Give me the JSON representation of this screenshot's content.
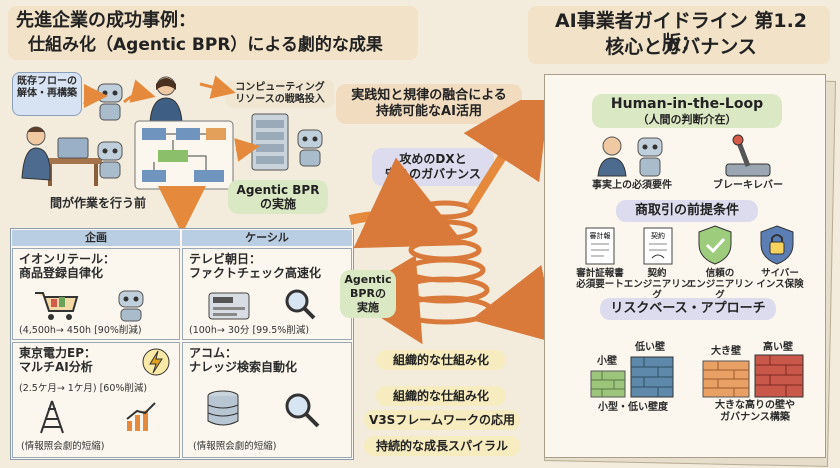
{
  "left_title": {
    "line1": "先進企業の成功事例：",
    "line2": "仕組み化（Agentic BPR）による劇的な成果"
  },
  "right_title": {
    "line1": "AI事業者ガイドライン 第1.2版：",
    "line2": "核心とガバナンス"
  },
  "flow": {
    "legacy_bubble": "既存フローの\n解体・再構築",
    "compute_label": "コンピューティング\nリソースの戦略投入",
    "agentic_bpr": "Agentic BPR\nの実施",
    "before_label": "間が作業を行う前"
  },
  "center": {
    "fusion": "実践知と規律の融合による\n持続可能なAI活用",
    "dx": "攻めのDXと\n守りのガバナンス",
    "spiral_label": "Agentic\nBPRの\n実施",
    "list": [
      "組織的な仕組み化",
      "組織的な仕組み化",
      "V3Sフレームワークの応用",
      "持続的な成長スパイラル"
    ]
  },
  "cases_table": {
    "columns": [
      "企画",
      "ケーシル"
    ],
    "cases": [
      {
        "company": "イオンリテール：",
        "title": "商品登録自律化",
        "note": "(4,500h→ 450h [90%削減)",
        "icons": [
          "cart-icon",
          "bot-icon"
        ]
      },
      {
        "company": "テレビ朝日：",
        "title": "ファクトチェック高速化",
        "note": "(100h→ 30分 [99.5%削減)",
        "icons": [
          "news-icon",
          "magnifier-icon"
        ]
      },
      {
        "company": "東京電力EP：",
        "title": "マルチAI分析",
        "note": "(2.5ケ月→ 1ケ月) [60%削減)",
        "note2": "(情報照会劇的短縮)",
        "icons": [
          "bolt-icon",
          "tower-icon",
          "chart-icon"
        ]
      },
      {
        "company": "アコム：",
        "title": "ナレッジ検索自動化",
        "note": "(情報照会劇的短縮)",
        "icons": [
          "database-icon",
          "magnifier-icon"
        ]
      }
    ]
  },
  "guideline": {
    "hitl_title": "Human-in-the-Loop",
    "hitl_sub": "（人間の判断介在）",
    "hitl_items": [
      "事実上の必須要件",
      "ブレーキレバー"
    ],
    "commerce_title": "商取引の前提条件",
    "commerce_items": [
      "審計証報書\n必須要ート",
      "契約\nエンジニアリング",
      "信頼の\nエンジニアリング",
      "サイバー\nインス保険"
    ],
    "commerce_doc_labels": [
      "審計報",
      "契約"
    ],
    "risk_title": "リスクベース・アプローチ",
    "risk_walls": [
      "小壁",
      "低い壁",
      "大き壁",
      "高い壁"
    ],
    "risk_captions": [
      "小型・低い壁度",
      "大きな高りの壁や\nガバナンス構築"
    ]
  },
  "colors": {
    "background": "#f3ecdc",
    "green_chip": "#dbe8c4",
    "orange_arrow": "#e58a3c",
    "blue_header": "#b9cde3"
  }
}
